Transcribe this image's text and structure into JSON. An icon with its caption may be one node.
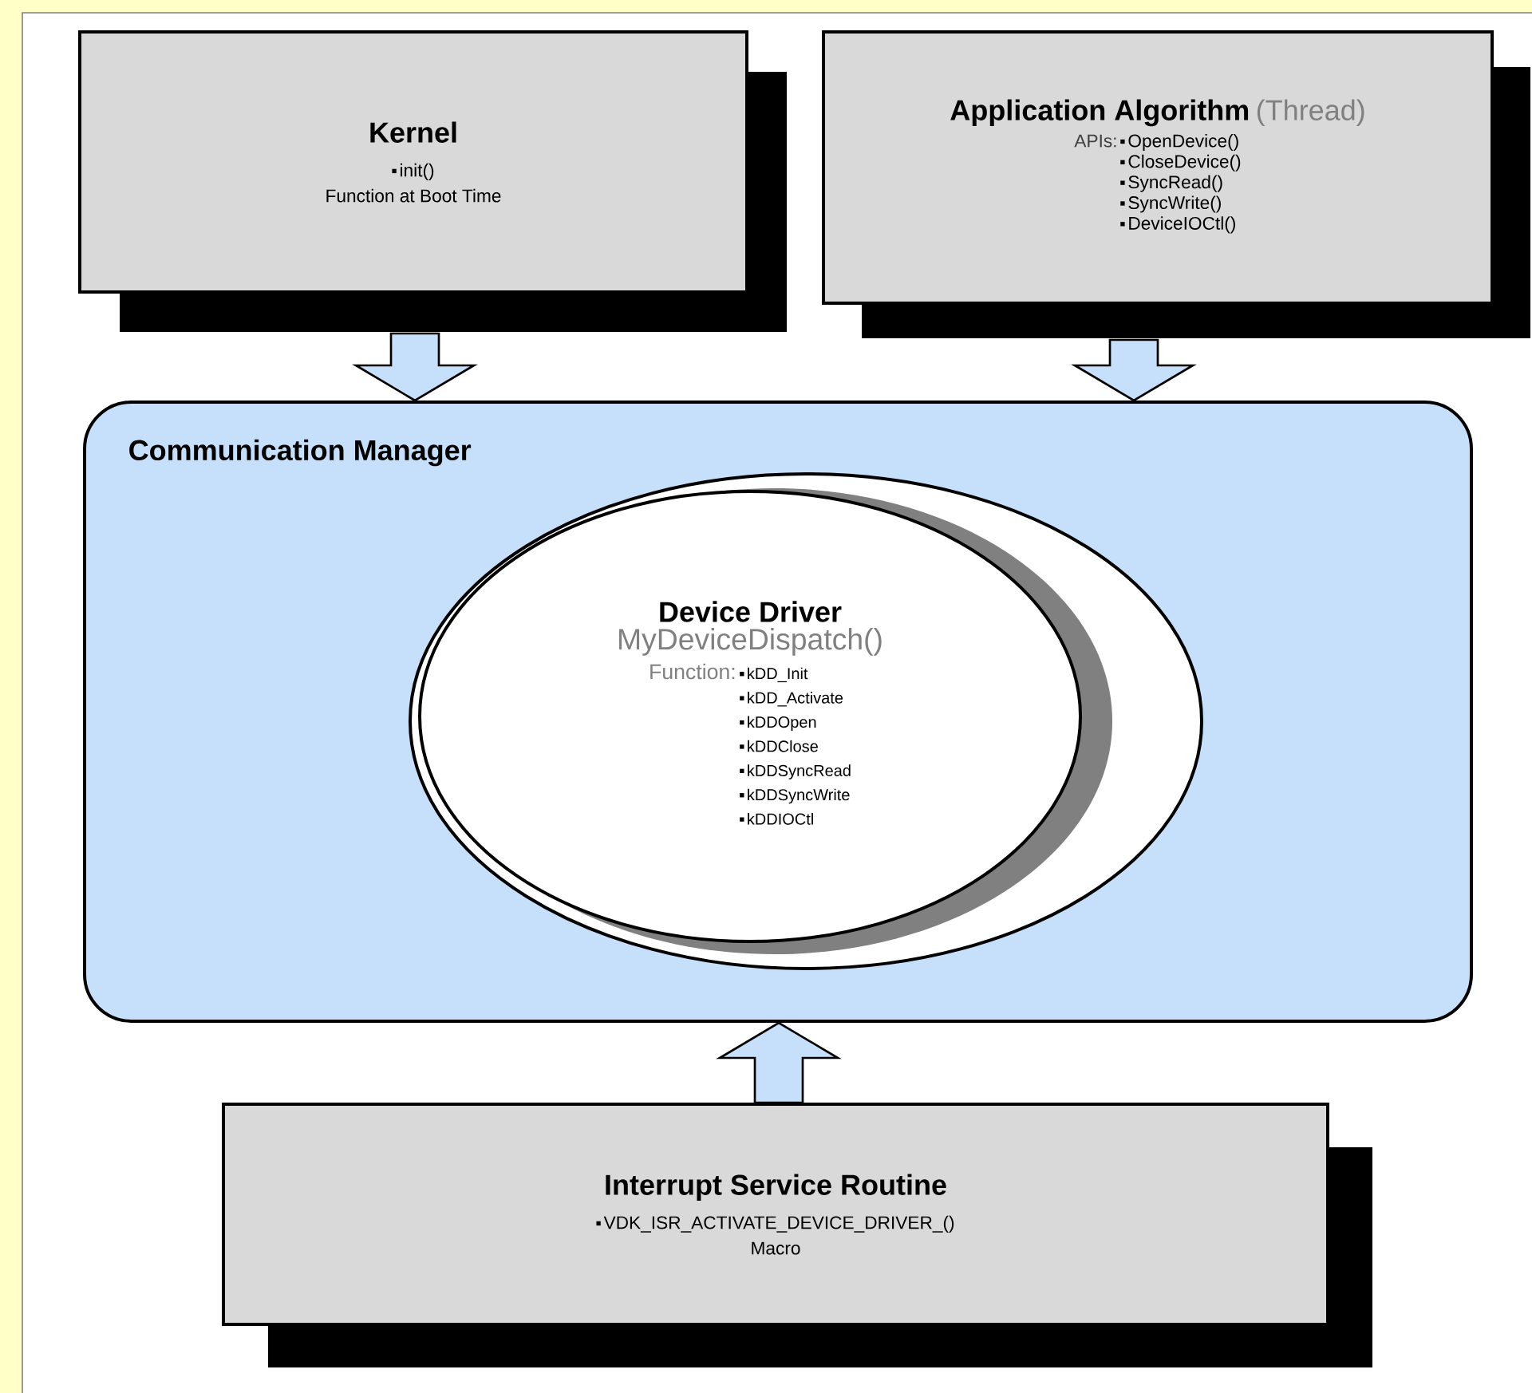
{
  "diagram": {
    "nodes": [
      {
        "text": [
          "Kernel",
          "init()",
          "Function at Boot Time"
        ]
      },
      {
        "text": [
          "Application Algorithm",
          "(Thread)",
          "APIs:",
          "OpenDevice()",
          "CloseDevice()",
          "SyncRead()",
          "SyncWrite()",
          "DeviceIOCtl()"
        ]
      },
      {
        "text": [
          "Communication Manager"
        ]
      },
      {
        "text": [
          "Device Driver",
          "MyDeviceDispatch()",
          "Function:",
          "kDD_Init",
          "kDD_Activate",
          "kDDOpen",
          "kDDClose",
          "kDDSyncRead",
          "kDDSyncWrite",
          "kDDIOCtl"
        ],
        "in": 2
      },
      {
        "text": [
          "Interrupt Service Routine",
          "VDK_ISR_ACTIVATE_DEVICE_DRIVER_()",
          "Macro"
        ]
      }
    ],
    "edges": [
      {
        "from": 0,
        "to": 2,
        "arrow": "to"
      },
      {
        "from": 1,
        "to": 2,
        "arrow": "to"
      },
      {
        "from": 4,
        "to": 2,
        "arrow": "to"
      }
    ]
  }
}
